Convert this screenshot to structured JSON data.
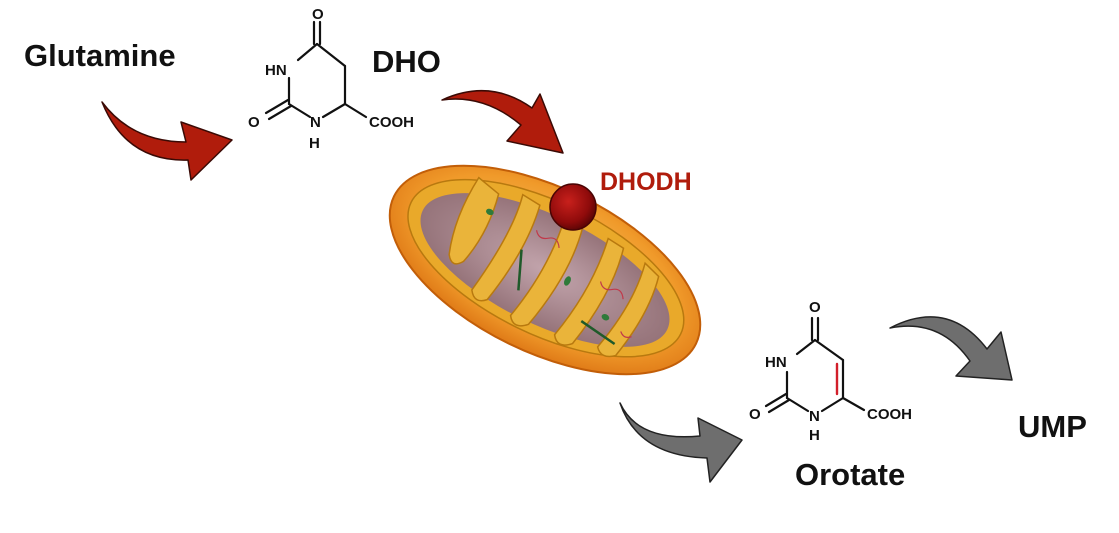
{
  "labels": {
    "glutamine": "Glutamine",
    "dho": "DHO",
    "dhodh": "DHODH",
    "orotate": "Orotate",
    "ump": "UMP"
  },
  "dho_structure": {
    "top_oxygen": "O",
    "nh_upper": "HN",
    "left_oxygen": "O",
    "ring_n": "N",
    "ring_h": "H",
    "carboxyl": "COOH"
  },
  "orotate_structure": {
    "top_oxygen": "O",
    "nh_upper": "HN",
    "left_oxygen": "O",
    "ring_n": "N",
    "ring_h": "H",
    "carboxyl": "COOH"
  },
  "colors": {
    "red_arrow": "#b01c0c",
    "gray_arrow": "#6e6e6e",
    "enzyme_text": "#b01c0c",
    "enzyme_dot": "#9a0c0c",
    "double_bond": "#d21f2a",
    "mito_outer": "#f0871d",
    "mito_inner": "#e9a92a",
    "matrix": "#a8808a"
  },
  "icons": {
    "arrows": "curved-arrow",
    "organelle": "mitochondrion-illustration",
    "enzyme_marker": "red-sphere"
  }
}
